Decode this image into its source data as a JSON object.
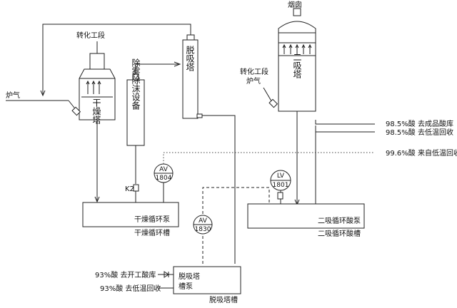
{
  "labels": {
    "chimney": "烟囱",
    "conversion_left": "转化工段",
    "conversion_right": "转化工段",
    "furnace_gas_left": "炉气",
    "furnace_gas_right": "炉气",
    "drying_tower": "干燥塔",
    "desorption_tower": "脱吸塔",
    "mist_eliminator": "除雾除沫设备",
    "secondary_absorption_tower": "二吸塔",
    "dry_circ_pump": "干燥循环泵",
    "dry_circ_tank": "干燥循环槽",
    "second_abs_pump": "二吸循环酸泵",
    "second_abs_tank": "二吸循环酸槽",
    "desorb_tank_pump_line1": "脱吸塔",
    "desorb_tank_pump_line2": "槽泵",
    "desorb_tank": "脱吸塔槽",
    "acid_985_product": "98.5%酸 去成品酸库",
    "acid_985_low_temp": "98.5%酸 去低温回收",
    "acid_996_from_low_temp": "99.6%酸 来自低温回收",
    "acid_93_to_store": "93%酸 去开工酸库",
    "acid_93_low_temp": "93%酸 去低温回收",
    "valve_k2": "K2"
  },
  "instruments": {
    "av1804": {
      "tag": "AV",
      "num": "1804"
    },
    "lv1801": {
      "tag": "LV",
      "num": "1801"
    },
    "av1830": {
      "tag": "AV",
      "num": "1830"
    }
  },
  "colors": {
    "line": "#222222",
    "background": "#ffffff"
  }
}
